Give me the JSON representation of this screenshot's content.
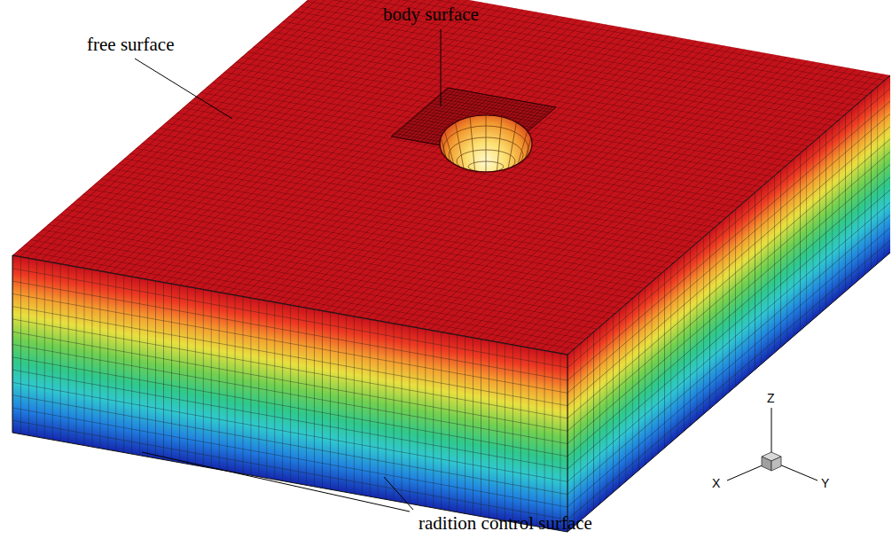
{
  "diagram": {
    "labels": [
      "body surface",
      "free surface",
      "radition control surface",
      "Z",
      "X",
      "Y"
    ]
  }
}
